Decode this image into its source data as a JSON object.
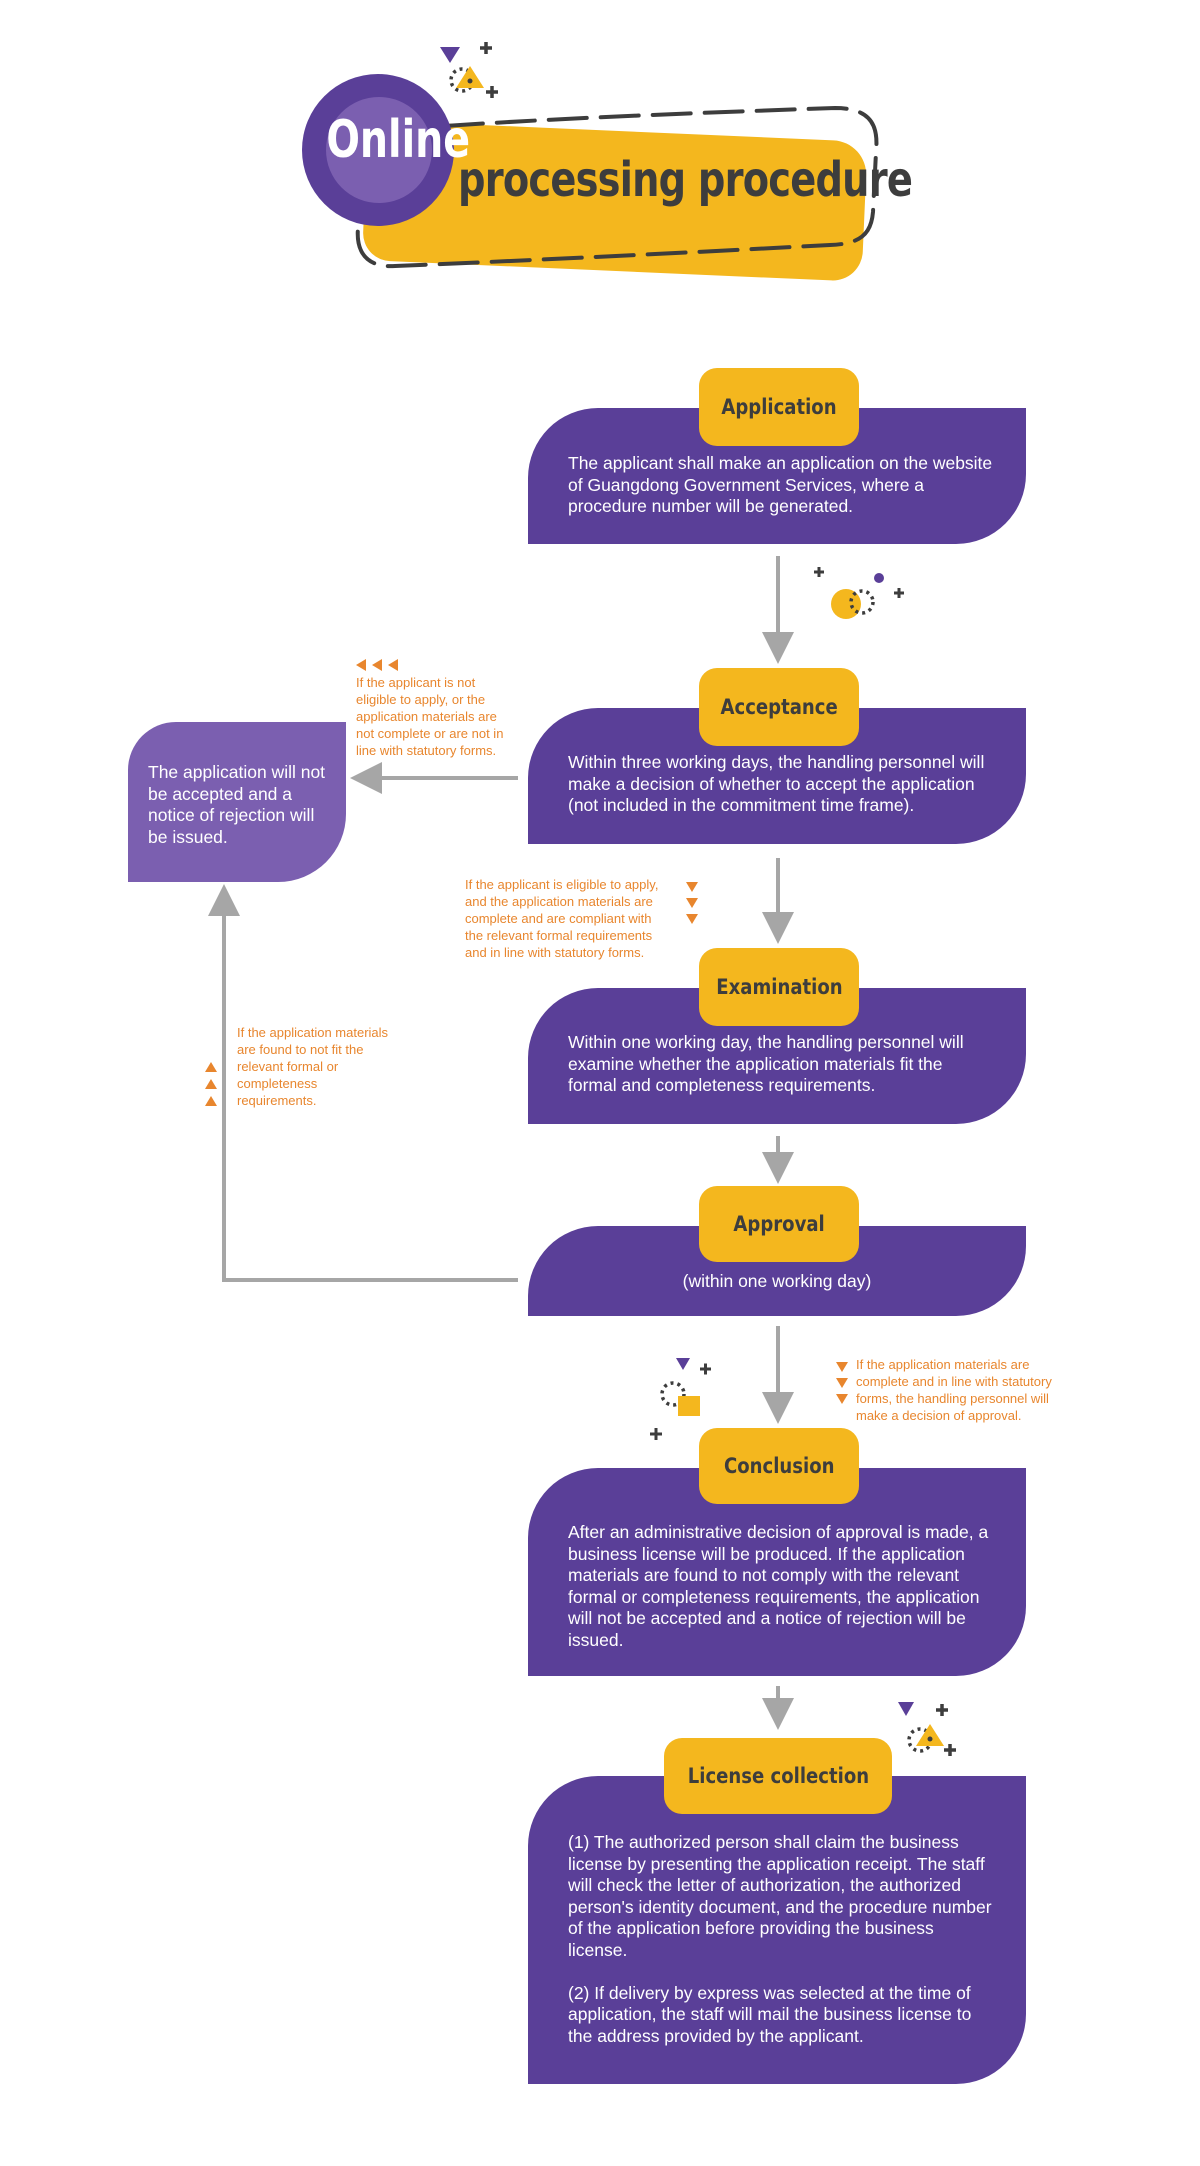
{
  "header": {
    "online": "Online",
    "title": "processing procedure"
  },
  "colors": {
    "purple": "#5A3F98",
    "purple_light": "#7B5FB0",
    "yellow": "#F4B71E",
    "orange": "#E8862E",
    "gray_arrow": "#A6A6A6",
    "dark": "#3d3d3d"
  },
  "steps": {
    "application": {
      "label": "Application",
      "text": "The applicant shall make an application on the website\nof Guangdong Government Services, where a\nprocedure number will be generated."
    },
    "acceptance": {
      "label": "Acceptance",
      "text": "Within three working days, the handling personnel will\nmake a decision of whether to accept the application\n(not included in the commitment time frame)."
    },
    "examination": {
      "label": "Examination",
      "text": "Within one working day, the handling personnel will\nexamine whether the application materials fit the\nformal and completeness requirements."
    },
    "approval": {
      "label": "Approval",
      "text": "(within one working day)"
    },
    "conclusion": {
      "label": "Conclusion",
      "text": "After an administrative decision of approval is made, a\nbusiness license will be produced. If the application\nmaterials are found to not comply with the relevant\nformal or completeness requirements, the application\nwill not be accepted and a notice of rejection will be\nissued."
    },
    "license": {
      "label": "License collection",
      "text": "(1) The authorized person shall claim the business\nlicense by presenting the application receipt. The staff\nwill check the letter of authorization, the authorized\nperson's identity document, and the procedure number\nof the application before providing the business\nlicense.\n\n(2) If delivery by express was selected at the time of\napplication, the staff will mail the business license to\nthe address provided by the applicant."
    }
  },
  "rejection": {
    "text": "The application will not be accepted and a notice of rejection will be issued."
  },
  "notes": {
    "not_eligible": "If the applicant is not\neligible to apply, or the\napplication materials are\nnot complete or are not in\nline with statutory forms.",
    "eligible": "If the applicant is eligible to apply,\nand the application materials are\ncomplete and are compliant with\nthe relevant formal requirements\nand in line with statutory forms.",
    "not_fit": "If the application materials\nare found to not fit the\nrelevant formal or\ncompleteness\nrequirements.",
    "approval_decision": "If the application materials are\ncomplete and in line with statutory\nforms, the handling personnel will\nmake a decision of approval."
  }
}
